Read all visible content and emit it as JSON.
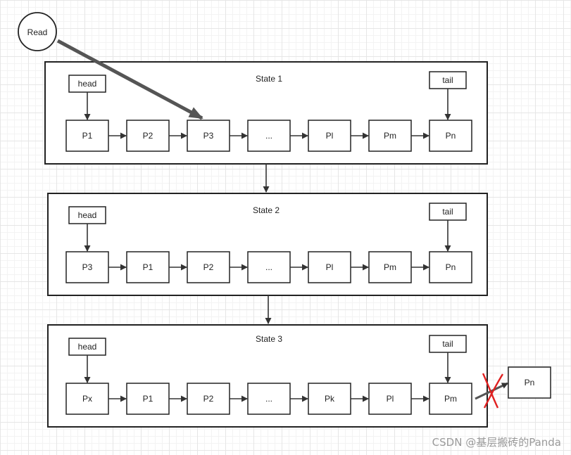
{
  "diagram": {
    "reader": {
      "label": "Read"
    },
    "states": [
      {
        "title": "State 1",
        "head_label": "head",
        "tail_label": "tail",
        "nodes": [
          "P1",
          "P2",
          "P3",
          "...",
          "Pl",
          "Pm",
          "Pn"
        ]
      },
      {
        "title": "State 2",
        "head_label": "head",
        "tail_label": "tail",
        "nodes": [
          "P3",
          "P1",
          "P2",
          "...",
          "Pl",
          "Pm",
          "Pn"
        ]
      },
      {
        "title": "State 3",
        "head_label": "head",
        "tail_label": "tail",
        "nodes": [
          "Px",
          "P1",
          "P2",
          "...",
          "Pk",
          "Pl",
          "Pm"
        ]
      }
    ],
    "evicted": {
      "label": "Pn"
    },
    "evict_mark": {
      "color": "#e02020"
    }
  },
  "watermark": "CSDN @基层搬砖的Panda"
}
